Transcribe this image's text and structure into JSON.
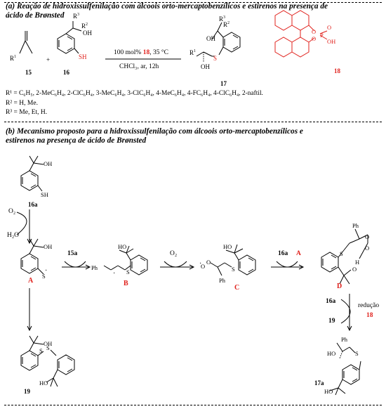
{
  "section_a": {
    "title_line1": "(a) Reação de hidroxissulfenilação com álcoois orto-mercaptobenzílicos e estirenos na presença de",
    "title_line2": "ácido de Brønsted",
    "cond_top_pre": "100 mol%",
    "cond_top_cat": "18",
    "cond_top_post": ", 35 °C",
    "cond_bottom": "CHCl₃, ar, 12h",
    "labels": {
      "c15": "15",
      "c16": "16",
      "c17": "17",
      "c18": "18"
    },
    "r1_line": "R¹ = C₆H₅, 2-MeC₆H₄, 2-ClC₆H₄, 3-MeC₆H₄, 3-ClC₆H₄, 4-MeC₆H₄, 4-FC₆H₄, 4-ClC₆H₄, 2-naftil.",
    "r2_line": "R² = H, Me.",
    "r3_line": "R³ = Me, Et, H."
  },
  "section_b": {
    "title_line1": "(b) Mecanismo proposto para a hidroxissulfenilação com álcoois orto-mercaptobenzílicos e",
    "title_line2": "estirenos na presença de ácido de Brønsted",
    "labels": {
      "c16a": "16a",
      "cA": "A",
      "cB": "B",
      "cC": "C",
      "cD": "D",
      "c19": "19",
      "c17a": "17a"
    },
    "reagents": {
      "o2": "O₂",
      "h2o": "H₂O",
      "r15a": "15a",
      "o2b": "O₂",
      "r16a": "16a",
      "rA": "A",
      "r16a_b": "16a",
      "r19": "19",
      "reducao": "redução",
      "r18": "18"
    }
  }
}
